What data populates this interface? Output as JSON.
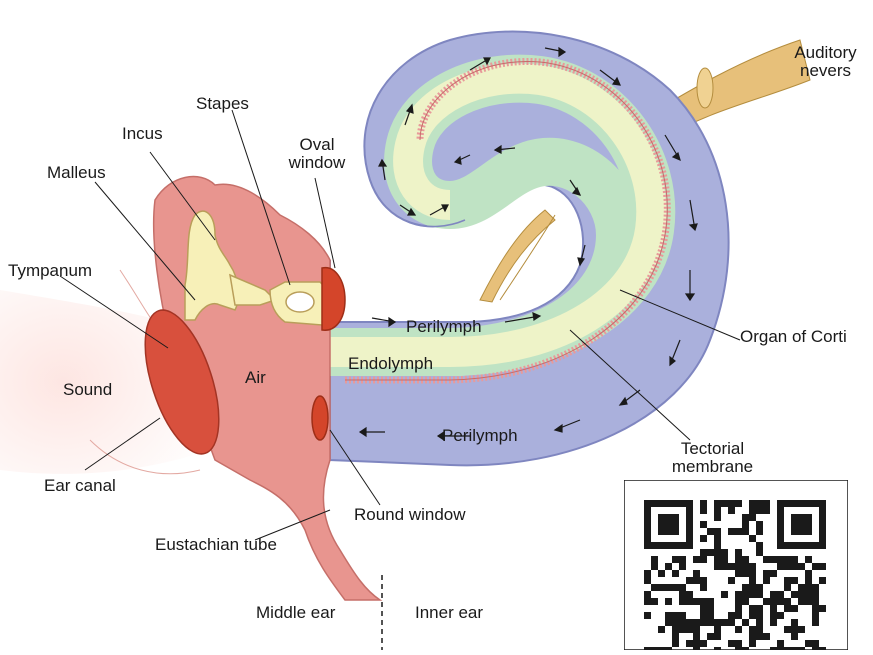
{
  "labels": {
    "stapes": "Stapes",
    "incus": "Incus",
    "malleus": "Malleus",
    "oval_window": "Oval\nwindow",
    "tympanum": "Tympanum",
    "sound": "Sound",
    "air": "Air",
    "ear_canal": "Ear canal",
    "eustachian_tube": "Eustachian tube",
    "round_window": "Round window",
    "perilymph_upper": "Perilymph",
    "perilymph_lower": "Perilymph",
    "endolymph": "Endolymph",
    "auditory_nerves": "Auditory\nnevers",
    "organ_of_corti": "Organ of Corti",
    "tectorial_membrane": "Tectorial\nmembrane",
    "middle_ear": "Middle ear",
    "inner_ear": "Inner ear"
  },
  "colors": {
    "cochlea_outer": "#aab0dc",
    "cochlea_border": "#7f86c0",
    "scala_media": "#eef3c8",
    "membrane_green": "#bfe3c4",
    "corti_stripe": "#e89a9a",
    "middle_ear_tissue": "#e8958f",
    "window_red": "#d4452a",
    "ossicle": "#f7f0b8",
    "nerve": "#e7c07a"
  },
  "qr_icon": "qr-code-icon"
}
